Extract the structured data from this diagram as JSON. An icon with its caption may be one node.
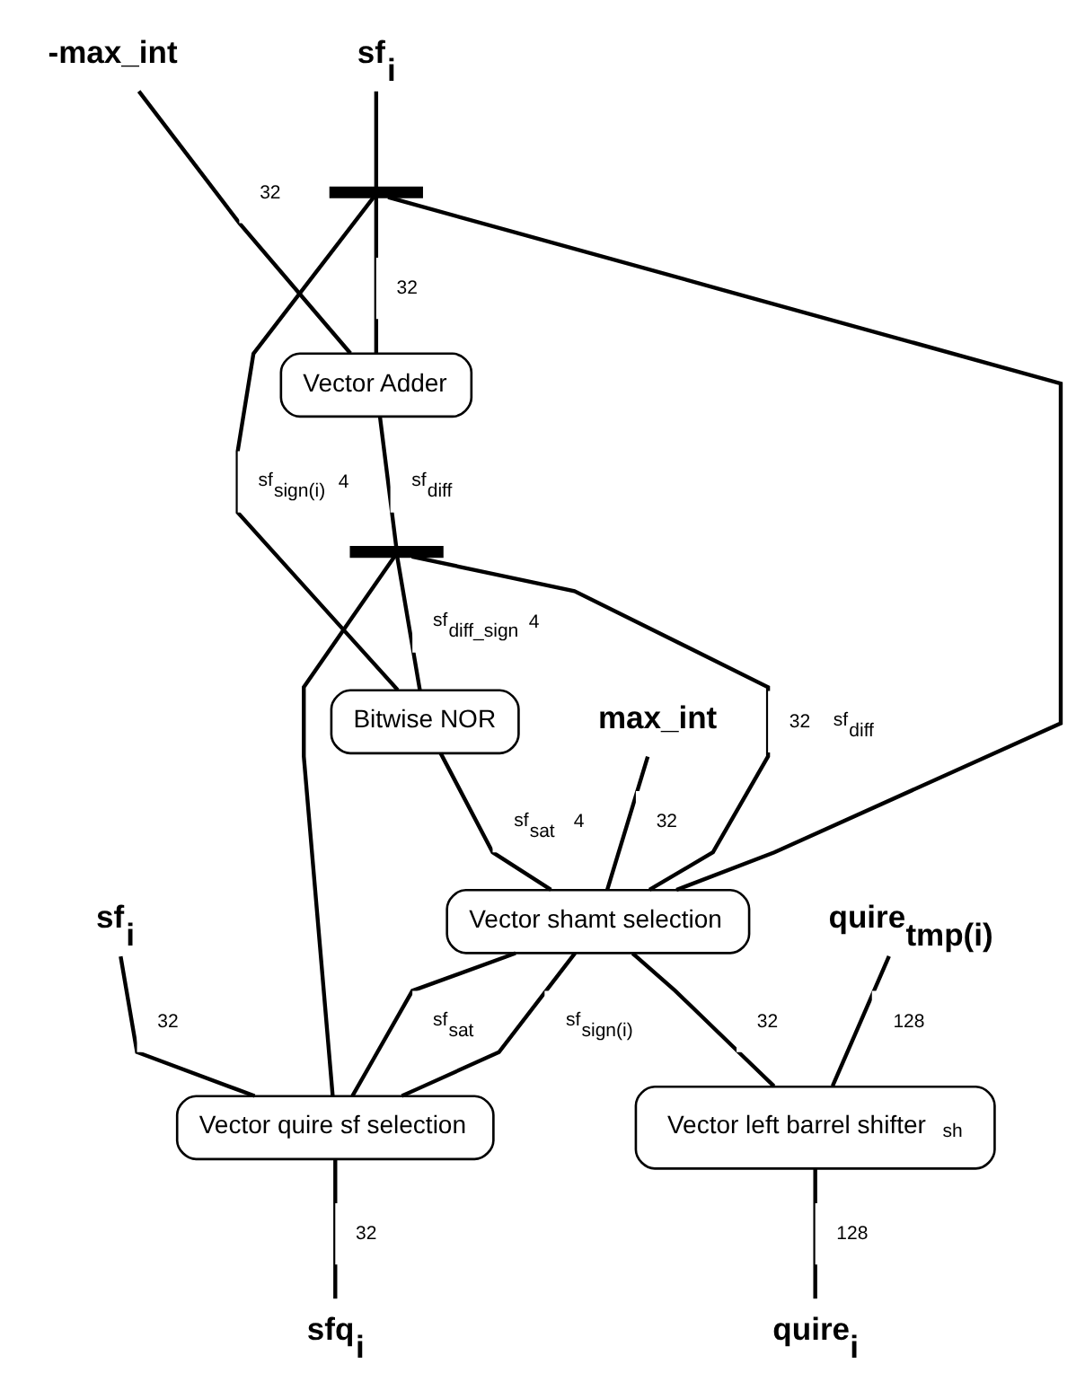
{
  "diagram": {
    "nodes": [
      {
        "text": [
          "sf$_{i}$"
        ]
      },
      {
        "text": [
          "-max_int"
        ]
      },
      {
        "text": [],
        "shape": "bar"
      },
      {
        "text": [
          "Vector Adder"
        ]
      },
      {
        "text": [],
        "shape": "bar"
      },
      {
        "text": [
          "Bitwise NOR"
        ]
      },
      {
        "text": [
          "max_int"
        ]
      },
      {
        "text": [
          "sf$_{i}$"
        ]
      },
      {
        "text": [
          "Vector shamt selection"
        ]
      },
      {
        "text": [
          "Vector quire sf selection"
        ]
      },
      {
        "text": [
          "quire$_{tmp(i)}$"
        ]
      },
      {
        "text": [
          "Vector left barrel shifter",
          "sh"
        ]
      },
      {
        "text": [
          "quire$_{i}$"
        ]
      },
      {
        "text": [
          "sfq$_{i}$"
        ]
      }
    ],
    "edges": [
      {
        "from": 0,
        "to": 2,
        "arrow": "none"
      },
      {
        "from": 2,
        "to": 3,
        "arrow": "none",
        "label": "32"
      },
      {
        "from": 2,
        "to": 5,
        "arrow": "none",
        "label": "sf$_{sign(i)}$ 4"
      },
      {
        "from": 2,
        "to": 8,
        "arrow": "none"
      },
      {
        "from": 1,
        "to": 3,
        "arrow": "none",
        "label": "32"
      },
      {
        "from": 3,
        "to": 4,
        "arrow": "none",
        "label": "sf$_{diff}$"
      },
      {
        "from": 4,
        "to": 5,
        "arrow": "none",
        "label": "sf$_{diff_sign}$ 4"
      },
      {
        "from": 4,
        "to": 8,
        "arrow": "none",
        "label": "32 sf$_{diff}$"
      },
      {
        "from": 4,
        "to": 9,
        "arrow": "none"
      },
      {
        "from": 5,
        "to": 8,
        "arrow": "none",
        "label": "sf$_{sat}$ 4"
      },
      {
        "from": 6,
        "to": 8,
        "arrow": "none",
        "label": "32"
      },
      {
        "from": 7,
        "to": 9,
        "arrow": "none",
        "label": "32"
      },
      {
        "from": 8,
        "to": 9,
        "arrow": "none",
        "label": "sf$_{sat}$"
      },
      {
        "from": 8,
        "to": 9,
        "arrow": "none",
        "label": "sf$_{sign(i)}$"
      },
      {
        "from": 8,
        "to": 11,
        "arrow": "none",
        "label": "32"
      },
      {
        "from": 10,
        "to": 11,
        "arrow": "none",
        "label": "128"
      },
      {
        "from": 11,
        "to": 12,
        "arrow": "none",
        "label": "128"
      },
      {
        "from": 9,
        "to": 13,
        "arrow": "none",
        "label": "32"
      }
    ]
  }
}
